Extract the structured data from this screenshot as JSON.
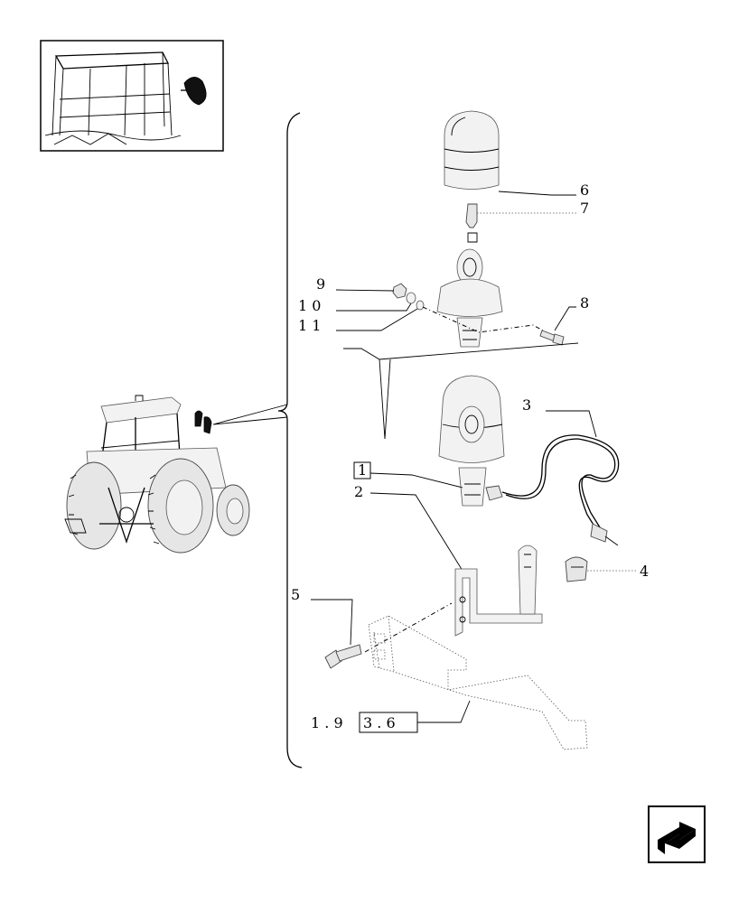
{
  "callouts": {
    "c1": "1",
    "c2": "2",
    "c3": "3",
    "c4": "4",
    "c5": "5",
    "c6": "6",
    "c7": "7",
    "c8": "8",
    "c9": "9",
    "c10": "1 0",
    "c11": "1 1"
  },
  "reference": {
    "prefix": "1 . 9",
    "boxed": "3 . 6"
  },
  "icons": {
    "thumbnail": "tractor-cab-thumbnail-icon",
    "next": "next-page-arrow-icon"
  }
}
